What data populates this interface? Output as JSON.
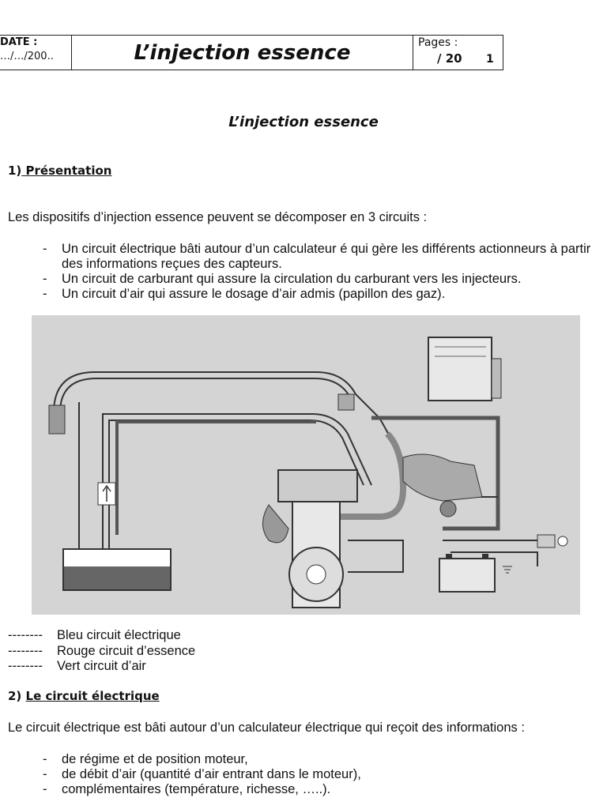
{
  "header": {
    "date_label": "DATE :",
    "date_value": "…/…/200..",
    "title": "L’injection essence",
    "pages_label": "Pages :",
    "pages_total": "/ 20",
    "page_number": "1"
  },
  "doc_title": "L’injection essence",
  "section1": {
    "number": "1)",
    "title": " Présentation ",
    "intro": "Les dispositifs d’injection essence peuvent se décomposer en 3 circuits :",
    "items": [
      "Un circuit électrique bâti autour d’un calculateur é qui gère les différents actionneurs à partir des informations reçues des capteurs.",
      "Un circuit de carburant qui assure la circulation du carburant vers les injecteurs.",
      "Un circuit d’air qui assure le dosage d’air admis (papillon des gaz)."
    ]
  },
  "legend": [
    {
      "dashes": "--------",
      "label": "Bleu circuit électrique",
      "color": "#2a5fb8"
    },
    {
      "dashes": "--------",
      "label": "Rouge circuit d’essence",
      "color": "#c62828"
    },
    {
      "dashes": "--------",
      "label": "Vert circuit d’air",
      "color": "#2e7d32"
    }
  ],
  "section2": {
    "number": "2)",
    "title": "Le circuit électrique",
    "intro": "Le circuit électrique est bâti autour d’un calculateur électrique qui reçoit des informations :",
    "items": [
      "de régime et de position moteur,",
      "de débit d’air (quantité d’air entrant dans le moteur),",
      "complémentaires (température, richesse, …..)."
    ]
  },
  "bullet": "-"
}
